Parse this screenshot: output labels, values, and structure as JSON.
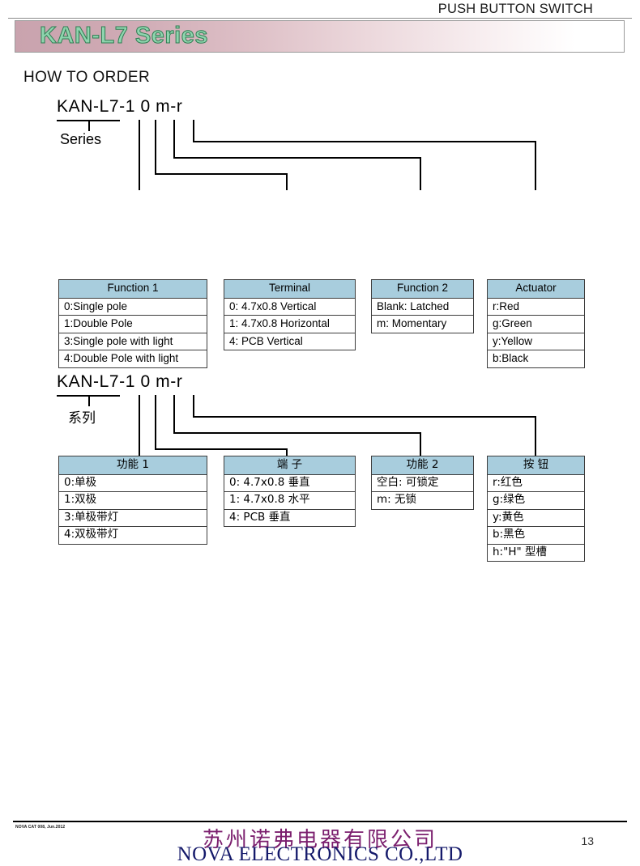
{
  "header": {
    "product_category": "PUSH BUTTON SWITCH",
    "series_title": "KAN-L7 Series",
    "section_title": "HOW TO ORDER"
  },
  "diagrams": [
    {
      "id": "english",
      "part_number": "KAN-L7-1 0 m-r",
      "series_label": "Series",
      "tables": [
        {
          "name": "function-1",
          "header": "Function 1",
          "rows": [
            "0:Single pole",
            "1:Double Pole",
            "3:Single pole with light",
            "4:Double Pole with light"
          ]
        },
        {
          "name": "terminal",
          "header": "Terminal",
          "rows": [
            "0: 4.7x0.8 Vertical",
            "1: 4.7x0.8 Horizontal",
            "4: PCB  Vertical"
          ]
        },
        {
          "name": "function-2",
          "header": "Function 2",
          "rows": [
            "Blank: Latched",
            "m: Momentary"
          ]
        },
        {
          "name": "actuator",
          "header": "Actuator",
          "rows": [
            "r:Red",
            "g:Green",
            "y:Yellow",
            "b:Black"
          ]
        }
      ]
    },
    {
      "id": "chinese",
      "part_number": "KAN-L7-1 0 m-r",
      "series_label": "系列",
      "tables": [
        {
          "name": "function-1",
          "header": "功能  1",
          "rows": [
            "0:单极",
            "1:双极",
            "3:单极带灯",
            "4:双极带灯"
          ]
        },
        {
          "name": "terminal",
          "header": "端 子",
          "rows": [
            "0: 4.7x0.8 垂直",
            "1: 4.7x0.8 水平",
            "4: PCB  垂直"
          ]
        },
        {
          "name": "function-2",
          "header": "功能 2",
          "rows": [
            "空白: 可锁定",
            "m: 无锁"
          ]
        },
        {
          "name": "actuator",
          "header": "按 钮",
          "rows": [
            "r:红色",
            "g:绿色",
            "y:黄色",
            "b:黑色",
            "h:\"H\" 型槽"
          ]
        }
      ]
    }
  ],
  "footer": {
    "catalog_code": "NOVA CAT 008, Jun.2012",
    "company_cn": "苏州诺弗电器有限公司",
    "company_en": "NOVA ELECTRONICS CO.,LTD",
    "page_number": "13"
  },
  "colors": {
    "table_header": "#a8cddd",
    "title_text": "#8fd4ae",
    "title_outline": "#2f7d52",
    "footer_cn": "#7b1f6e",
    "footer_en": "#151a6b"
  }
}
